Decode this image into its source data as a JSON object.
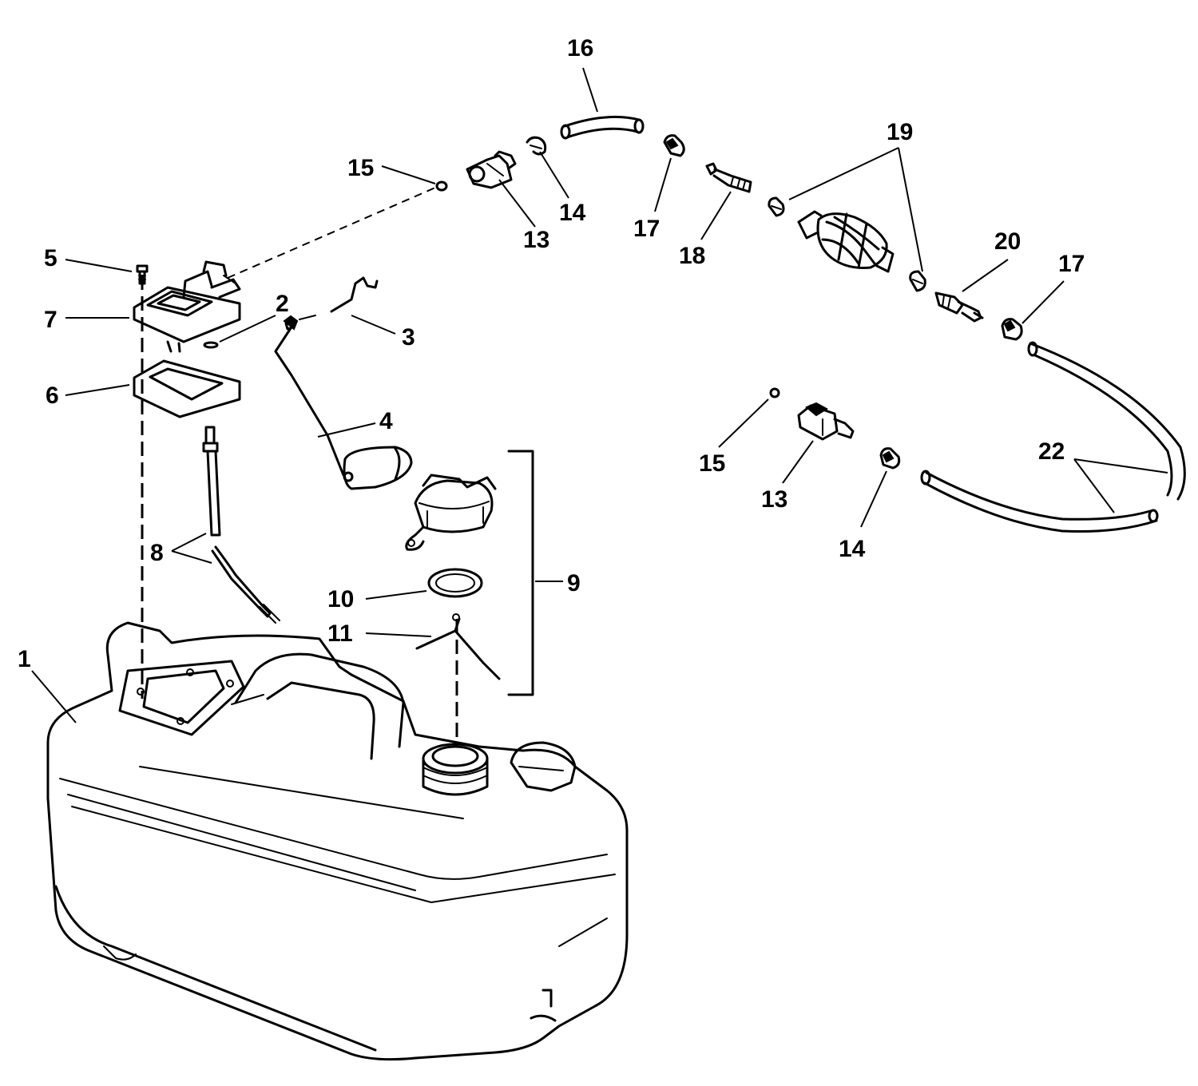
{
  "callouts": {
    "c1": "1",
    "c2": "2",
    "c3": "3",
    "c4": "4",
    "c5": "5",
    "c6": "6",
    "c7": "7",
    "c8": "8",
    "c9": "9",
    "c10": "10",
    "c11": "11",
    "c13a": "13",
    "c13b": "13",
    "c14a": "14",
    "c14b": "14",
    "c15a": "15",
    "c15b": "15",
    "c16": "16",
    "c17a": "17",
    "c17b": "17",
    "c18": "18",
    "c19": "19",
    "c20": "20",
    "c22": "22"
  }
}
